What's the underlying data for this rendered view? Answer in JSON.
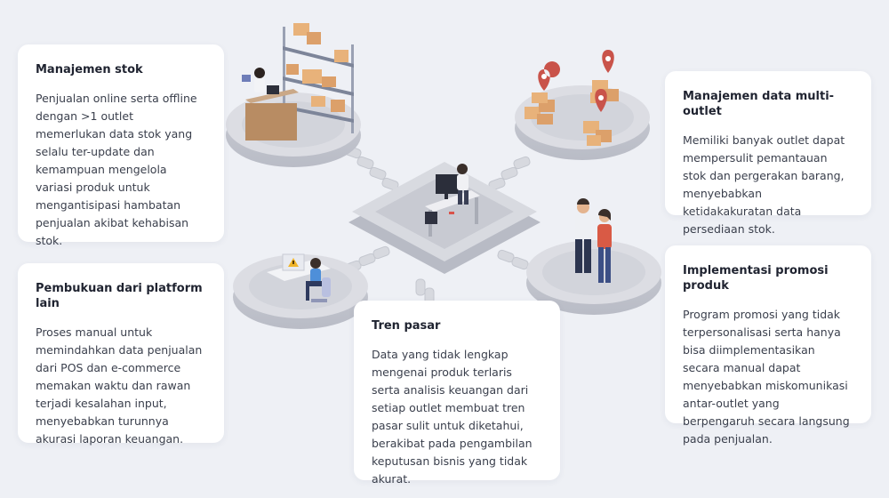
{
  "cards": {
    "stok": {
      "title": "Manajemen stok",
      "body": "Penjualan online serta offline dengan >1 outlet memerlukan data stok yang selalu ter-update dan kemampuan mengelola variasi produk untuk mengantisipasi hambatan penjualan akibat kehabisan stok."
    },
    "multi_outlet": {
      "title": "Manajemen data multi-outlet",
      "body": "Memiliki banyak outlet dapat mempersulit pemantauan stok dan pergerakan barang, menyebabkan ketidakakuratan data persediaan stok."
    },
    "platform": {
      "title": "Pembukuan dari platform lain",
      "body": "Proses manual untuk memindahkan data penjualan dari POS dan e-commerce memakan waktu dan rawan terjadi kesalahan input, menyebabkan turunnya akurasi laporan keuangan."
    },
    "tren": {
      "title": "Tren pasar",
      "body": "Data yang tidak lengkap mengenai produk terlaris serta analisis keuangan dari setiap outlet membuat tren pasar sulit untuk diketahui, berakibat pada pengambilan keputusan bisnis yang tidak akurat."
    },
    "promosi": {
      "title": "Implementasi promosi produk",
      "body": "Program promosi yang tidak terpersonalisasi serta hanya bisa diimplementasikan secara manual dapat menyebabkan miskomunikasi antar-outlet yang berpengaruh secara langsung pada penjualan."
    }
  },
  "colors": {
    "background": "#eef0f5",
    "card": "#ffffff",
    "platform_top": "#dcdde3",
    "box": "#e8b27a",
    "pin": "#c9534a",
    "shirt_red": "#d95a45"
  },
  "illustrations": [
    "warehouse-worker-icon",
    "stock-boxes-location-pin-icon",
    "central-computer-desk-icon",
    "office-worker-warning-icon",
    "two-people-talking-icon"
  ]
}
